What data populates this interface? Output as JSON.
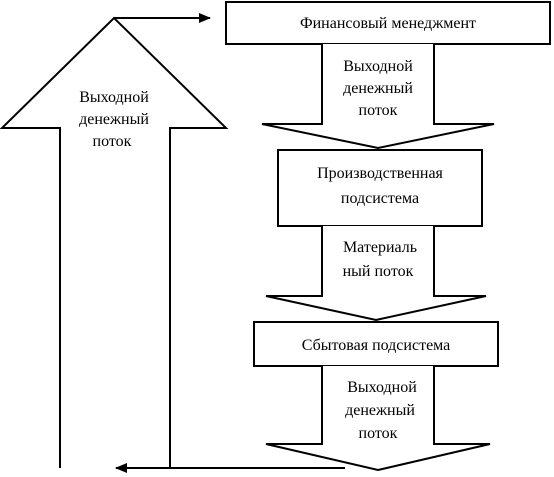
{
  "diagram": {
    "boxes": {
      "finance": "Финансовый менеджмент",
      "production": [
        "Производственная",
        "подсистема"
      ],
      "sales": "Сбытовая подсистема"
    },
    "flows": {
      "cash_out_top": [
        "Выходной",
        "денежный",
        "поток"
      ],
      "material": [
        "Материаль",
        "ный поток"
      ],
      "cash_out_bottom": [
        "Выходной",
        "денежный",
        "поток"
      ],
      "big_arrow": [
        "Выходной",
        "денежный",
        "поток"
      ]
    }
  }
}
